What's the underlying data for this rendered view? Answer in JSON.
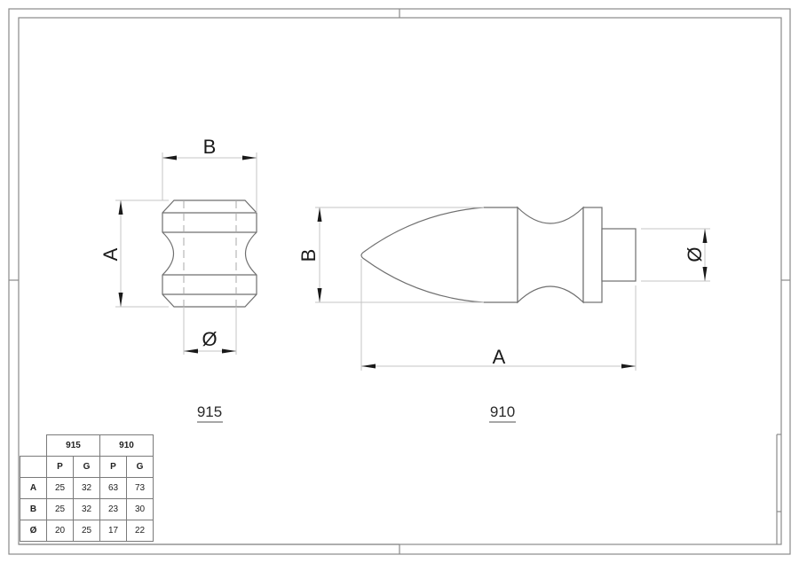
{
  "drawing": {
    "parts": [
      {
        "id": "915",
        "label": "915",
        "dimensions": {
          "height": "A",
          "width": "B",
          "diameter": "Ø"
        }
      },
      {
        "id": "910",
        "label": "910",
        "dimensions": {
          "length": "A",
          "width": "B",
          "diameter": "Ø"
        }
      }
    ]
  },
  "table": {
    "groups": [
      "915",
      "910"
    ],
    "subheaders": [
      "P",
      "G",
      "P",
      "G"
    ],
    "rows": [
      {
        "label": "A",
        "values": [
          "25",
          "32",
          "63",
          "73"
        ]
      },
      {
        "label": "B",
        "values": [
          "25",
          "32",
          "23",
          "30"
        ]
      },
      {
        "label": "Ø",
        "values": [
          "20",
          "25",
          "17",
          "22"
        ]
      }
    ]
  },
  "colors": {
    "line": "#6f6f6f",
    "dimension": "#c4c4c4",
    "text": "#1a1a1a",
    "frame": "#8a8a8a"
  }
}
